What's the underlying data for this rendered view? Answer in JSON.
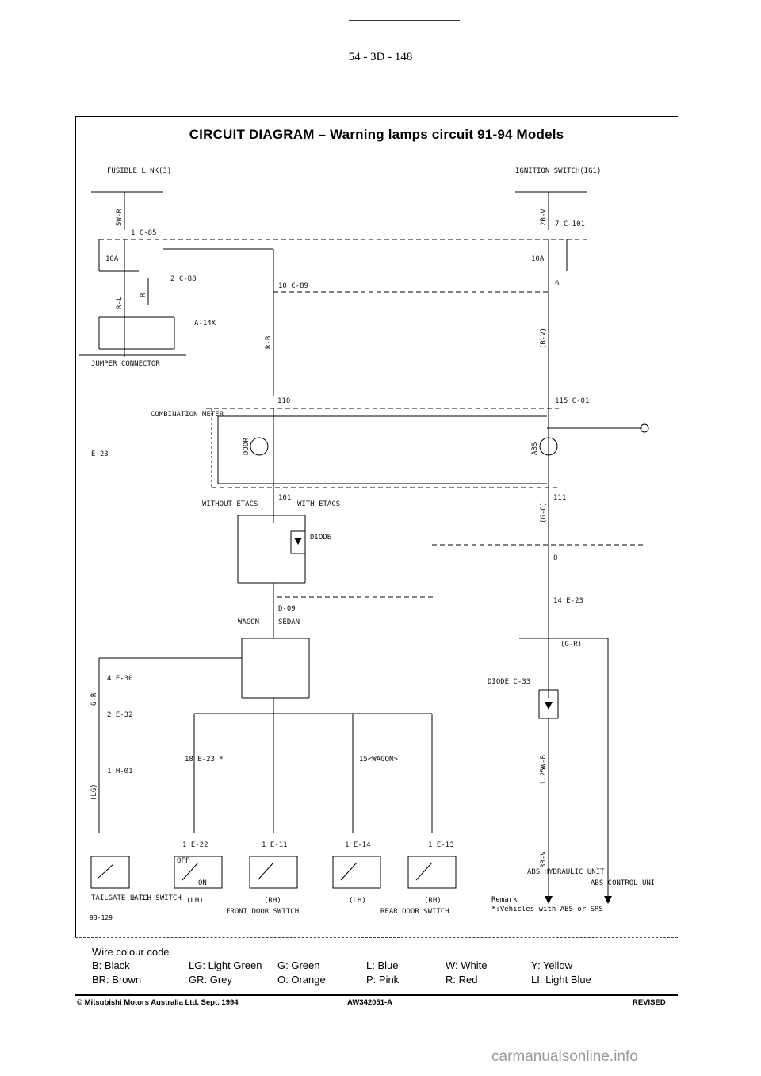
{
  "page": {
    "page_ref": "54 - 3D - 148",
    "title": "CIRCUIT DIAGRAM – Warning lamps circuit 91-94 Models",
    "figure_id": "93-129"
  },
  "diagram": {
    "fusible_link": "FUSIBLE L NK(3)",
    "ignition_switch": "IGNITION SWITCH(IG1)",
    "connectors": {
      "c85": "1  C-85",
      "c88": "2  C-88",
      "c89": "10  C-89",
      "c101": "7  C-101",
      "c01": "115  C-01",
      "d09": "D-09",
      "e30": "4  E-30",
      "e32": "2  E-32",
      "h01": "1  H-01",
      "e22": "1  E-22",
      "e11": "1  E-11",
      "e14": "1  E-14",
      "e13": "1  E-13",
      "e23_left": "E-23",
      "e23_right": "14  E-23",
      "e23_18": "18  E-23 *",
      "e23_15": "15<WAGON>",
      "c33": "DIODE C-33",
      "a14x": "A-14X"
    },
    "fuses": {
      "f19": "10A",
      "f1": "10A"
    },
    "wires": {
      "w_5wr": "5W-R",
      "w_2bv": "2B-V",
      "w_rl": "R-L",
      "w_r": "R",
      "w_rb": "R-B",
      "w_bv": "(B-V)",
      "w_go": "(G-O)",
      "w_gr": "(G-R)",
      "w_gr2": "G-R",
      "w_125wb": "1.25W-B",
      "w_3bv": "3B-V",
      "w_lg": "(LG)"
    },
    "labels": {
      "jumper": "JUMPER CONNECTOR",
      "combination_meter": "COMBINATION METER",
      "door": "DOOR",
      "abs": "ABS",
      "without_etacs": "WITHOUT ETACS",
      "with_etacs": "WITH ETACS",
      "diode": "DIODE",
      "wagon": "WAGON",
      "sedan": "SEDAN",
      "lamp_101": "101",
      "lamp_110": "110",
      "lamp_111": "111",
      "pin6": "6",
      "pin8": "8",
      "tailgate": "TAILGATE LATCH SWITCH",
      "h11": "H-11",
      "lh": "(LH)",
      "rh": "(RH)",
      "front_door": "FRONT DOOR SWITCH",
      "rear_door": "REAR DOOR SWITCH",
      "abs_hydraulic": "ABS HYDRAULIC UNIT",
      "abs_control": "ABS CONTROL UNIT",
      "off": "OFF",
      "on": "ON"
    },
    "remark": {
      "heading": "Remark",
      "text": "*:Vehicles with ABS or SRS"
    }
  },
  "legend": {
    "title": "Wire colour code",
    "items": [
      "B: Black",
      "LG: Light Green",
      "G: Green",
      "L: Blue",
      "W: White",
      "Y: Yellow",
      "BR: Brown",
      "GR: Grey",
      "O: Orange",
      "P: Pink",
      "R: Red",
      "LI: Light Blue"
    ]
  },
  "footer": {
    "copyright": "© Mitsubishi Motors Australia Ltd. Sept. 1994",
    "doc_code": "AW342051-A",
    "status": "REVISED"
  },
  "watermark": "carmanualsonline.info"
}
